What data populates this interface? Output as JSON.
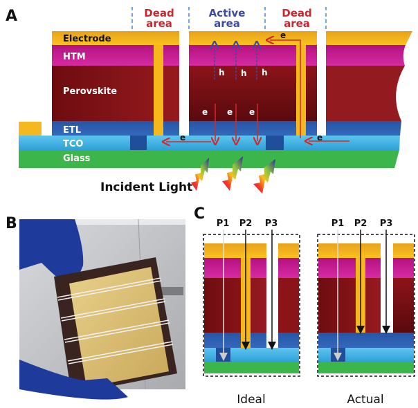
{
  "figure": {
    "panels": {
      "A": {
        "label": "A",
        "regions": [
          {
            "name": "dead-area-left",
            "line1": "Dead",
            "line2": "area",
            "color": "#c8282d"
          },
          {
            "name": "active-area",
            "line1": "Active",
            "line2": "area",
            "color": "#3d4aa0"
          },
          {
            "name": "dead-area-right",
            "line1": "Dead",
            "line2": "area",
            "color": "#c8282d"
          }
        ],
        "layers": [
          {
            "name": "Electrode",
            "color": "#f5b820"
          },
          {
            "name": "HTM",
            "color": "#c0168f"
          },
          {
            "name": "Perovskite",
            "color": "#8b1418"
          },
          {
            "name": "ETL",
            "color": "#2f62b4"
          },
          {
            "name": "TCO",
            "color": "#4dbbe8"
          },
          {
            "name": "Glass",
            "color": "#39b54a"
          }
        ],
        "carriers": {
          "hole": "h",
          "electron": "e"
        },
        "incident_light": "Incident Light"
      },
      "B": {
        "label": "B",
        "description": "Photo of perovskite solar module held with blue gloves"
      },
      "C": {
        "label": "C",
        "scribes": [
          "P1",
          "P2",
          "P3"
        ],
        "cases": [
          {
            "caption": "Ideal"
          },
          {
            "caption": "Actual"
          }
        ]
      }
    }
  }
}
